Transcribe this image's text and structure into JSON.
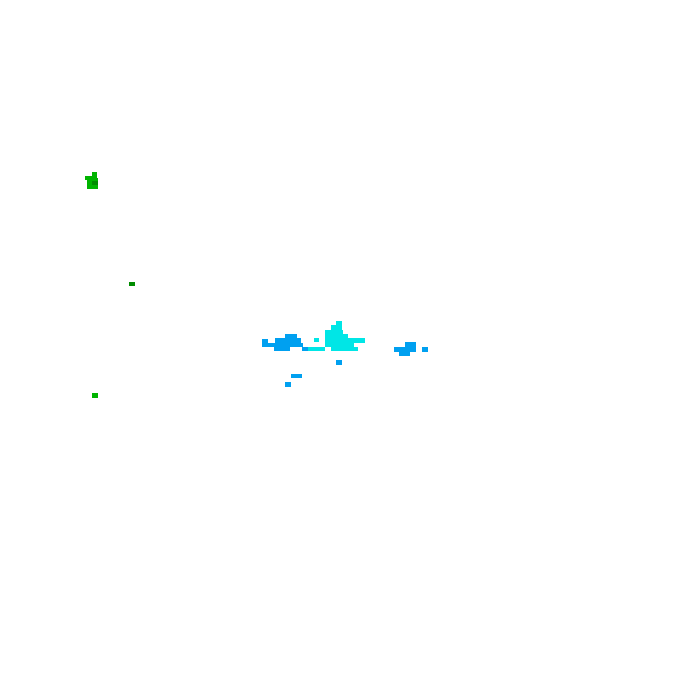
{
  "map": {
    "background": "#ffffff",
    "layers": [
      {
        "name": "green-cells",
        "color": "#00b400"
      },
      {
        "name": "dark-green-cells",
        "color": "#008c00"
      },
      {
        "name": "blue-cells",
        "color": "#00a0f0"
      },
      {
        "name": "cyan-cells",
        "color": "#00e6e6"
      }
    ]
  }
}
